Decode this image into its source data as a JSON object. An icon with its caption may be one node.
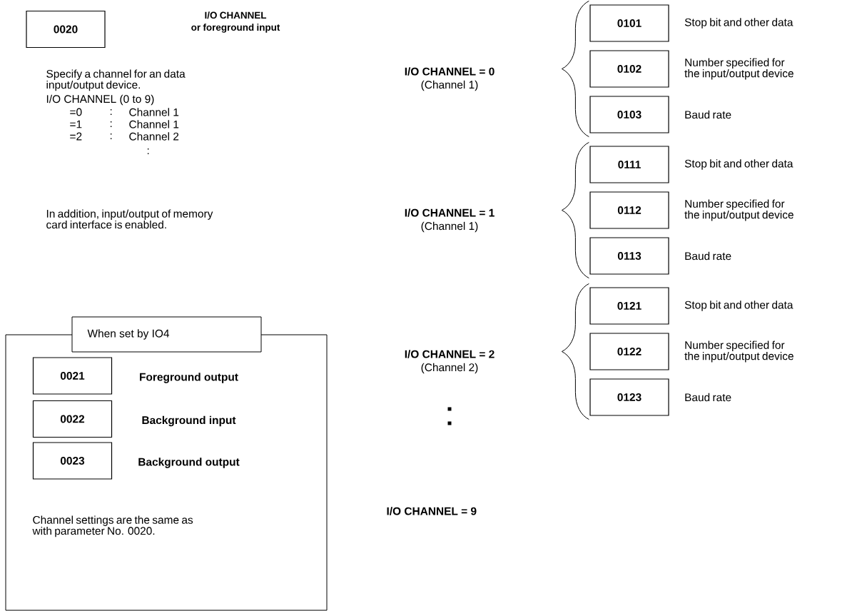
{
  "diagram": {
    "nodes": [
      {
        "text": [
          "0020"
        ]
      },
      {
        "text": [
          "When set by IO4",
          "Channel settings are the same as with parameter No. 0020."
        ]
      },
      {
        "text": [
          "0021"
        ],
        "in": 1,
        "beside": [
          "Foreground output"
        ]
      },
      {
        "text": [
          "0022"
        ],
        "in": 1,
        "beside": [
          "Background input"
        ]
      },
      {
        "text": [
          "0023"
        ],
        "in": 1,
        "beside": [
          "Background output"
        ]
      },
      {
        "text": [
          "0101"
        ],
        "beside": [
          "Stop bit and other data"
        ]
      },
      {
        "text": [
          "0102"
        ],
        "beside": [
          "Number specified for the input/output device"
        ]
      },
      {
        "text": [
          "0103"
        ],
        "beside": [
          "Baud rate"
        ]
      },
      {
        "text": [
          "0111"
        ],
        "beside": [
          "Stop bit and other data"
        ]
      },
      {
        "text": [
          "0112"
        ],
        "beside": [
          "Number specified for the input/output device"
        ]
      },
      {
        "text": [
          "0113"
        ],
        "beside": [
          "Baud rate"
        ]
      },
      {
        "text": [
          "0121"
        ],
        "beside": [
          "Stop bit and other data"
        ]
      },
      {
        "text": [
          "0122"
        ],
        "beside": [
          "Number specified for the input/output device"
        ]
      },
      {
        "text": [
          "0123"
        ],
        "beside": [
          "Baud rate"
        ]
      }
    ],
    "labels": [
      "I/O CHANNEL or foreground input",
      "Specify a channel for an data input/output device.",
      "I/O CHANNEL (0 to 9)",
      "=0",
      ":",
      "Channel 1",
      "=1",
      ":",
      "Channel 1",
      "=2",
      ":",
      "Channel 2",
      ":",
      "In addition, input/output of memory card interface is enabled.",
      "I/O CHANNEL = 0",
      "(Channel 1)",
      "I/O CHANNEL = 1",
      "(Channel 1)",
      "I/O CHANNEL = 2",
      "(Channel 2)",
      "I/O CHANNEL = 9"
    ]
  }
}
